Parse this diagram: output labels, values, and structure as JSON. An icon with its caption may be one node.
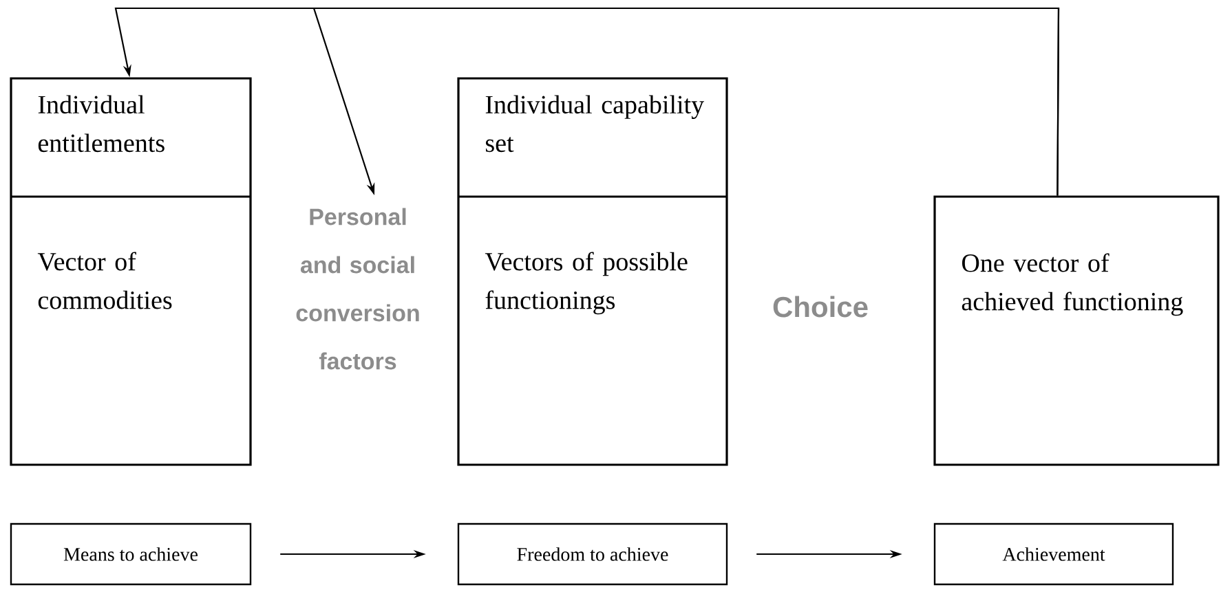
{
  "diagram": {
    "nodes": [
      {
        "text": [
          "Individual entitlements",
          "Vector of commodities"
        ]
      },
      {
        "text": [
          "Personal and social conversion factors"
        ]
      },
      {
        "text": [
          "Individual capability set",
          "Vectors of possible functionings"
        ]
      },
      {
        "text": [
          "One vector of achieved functioning"
        ]
      },
      {
        "text": [
          "Means to achieve"
        ]
      },
      {
        "text": [
          "Freedom to achieve"
        ]
      },
      {
        "text": [
          "Achievement"
        ]
      }
    ],
    "edges": [
      {
        "from": 3,
        "to": 0,
        "arrow": "to"
      },
      {
        "from": 3,
        "to": 1,
        "arrow": "to"
      },
      {
        "from": 4,
        "to": 5,
        "arrow": "to"
      },
      {
        "from": 5,
        "to": 6,
        "arrow": "to"
      }
    ],
    "labels": [
      "Choice"
    ]
  }
}
